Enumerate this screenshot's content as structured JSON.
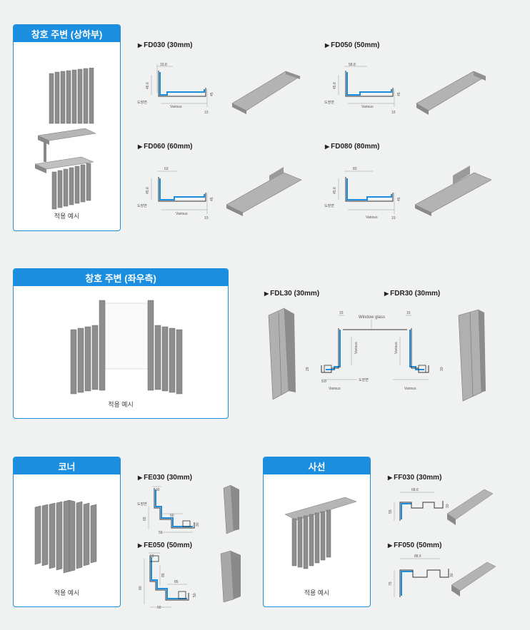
{
  "sections": {
    "top": {
      "title": "창호 주변 (상하부)",
      "caption": "적용 예시"
    },
    "side": {
      "title": "창호 주변 (좌우측)",
      "caption": "적용 예시"
    },
    "corner": {
      "title": "코너",
      "caption": "적용 예시"
    },
    "eaves": {
      "title": "사선",
      "caption": "적용 예시"
    }
  },
  "products": {
    "fd030": {
      "title": "FD030 (30mm)",
      "dim_w": "33.8",
      "dim_h": "46.6",
      "coat": "도장면",
      "various": "Various",
      "end": "10",
      "r": "45"
    },
    "fd050": {
      "title": "FD050 (50mm)",
      "dim_w": "58.8",
      "dim_h": "45.8",
      "coat": "도장면",
      "various": "Various",
      "end": "10",
      "r": "45"
    },
    "fd060": {
      "title": "FD060 (60mm)",
      "dim_w": "63",
      "dim_h": "45.8",
      "coat": "도장면",
      "various": "Various",
      "end": "10",
      "r": "45"
    },
    "fd080": {
      "title": "FD080 (80mm)",
      "dim_w": "83",
      "dim_h": "45.8",
      "coat": "도장면",
      "various": "Various",
      "end": "10",
      "r": "45"
    },
    "fdl30": {
      "title": "FDL30 (30mm)"
    },
    "fdr30": {
      "title": "FDR30 (30mm)"
    },
    "window": {
      "glass": "Window glass",
      "left_top": "15",
      "right_top": "15",
      "various_l": "Various",
      "various_r": "Various",
      "h29": "29",
      "w98": "9.8",
      "coat": "도장면",
      "bottom_l": "Various",
      "bottom_r": "Various",
      "r30": "30"
    },
    "fe030": {
      "title": "FE030 (30mm)",
      "d30": "30",
      "coat": "도장면",
      "d65": "65",
      "d60": "60",
      "d55": "55",
      "d30b": "30"
    },
    "fe050": {
      "title": "FE050 (50mm)",
      "d50": "50",
      "d85v": "85",
      "d90": "90",
      "d85h": "85",
      "d50r": "50",
      "d50b": "50"
    },
    "ff030": {
      "title": "FF030 (30mm)",
      "w": "68.6",
      "h": "55",
      "r": "30"
    },
    "ff050": {
      "title": "FF050 (50mm)",
      "w": "88.6",
      "h": "75",
      "r": "30"
    }
  },
  "colors": {
    "accent": "#1b8ee0",
    "panel": "#9a9a9a",
    "profile": "#1f8fd8"
  }
}
